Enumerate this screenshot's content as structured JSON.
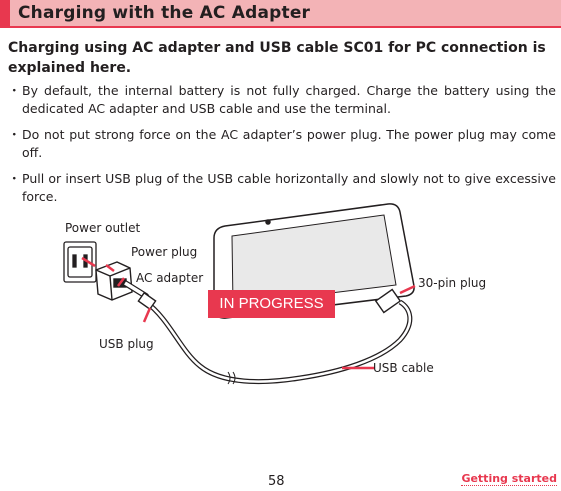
{
  "header": {
    "title": "Charging with the AC Adapter"
  },
  "intro": "Charging using AC adapter and USB cable SC01 for PC connection is explained here.",
  "bullets": [
    "By default, the internal battery is not fully charged. Charge the battery using the dedicated AC adapter and USB cable and use the terminal.",
    "Do not put strong force on the AC adapter’s power plug. The power plug may come off.",
    "Pull or insert USB plug of the USB cable horizontally and slowly not to give excessive force."
  ],
  "bullet_marker": "・",
  "figure": {
    "labels": {
      "power_outlet": "Power outlet",
      "power_plug": "Power plug",
      "ac_adapter": "AC adapter",
      "usb_plug": "USB plug",
      "pin_plug": "30-pin plug",
      "usb_cable": "USB cable"
    },
    "badge": "IN PROGRESS",
    "accent_color": "#e8384f"
  },
  "footer": {
    "page_number": "58",
    "section_link": "Getting started"
  }
}
